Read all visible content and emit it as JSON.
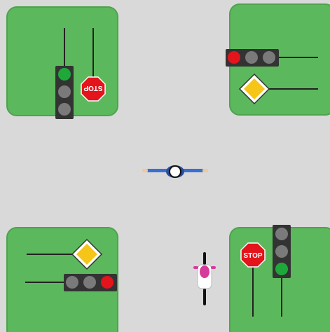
{
  "scene": {
    "colors": {
      "grass": "#5cb85c",
      "grass_edge": "#4ea34e",
      "road": "#d9d9d9",
      "light_housing": "#333333",
      "light_off": "#7a7a7a",
      "light_green": "#1fa83a",
      "light_red": "#e3141b",
      "stop_sign": "#e3141b",
      "priority_sign": "#f5c518",
      "pole": "#222222"
    },
    "signals": {
      "top_left": "green",
      "top_right": "red",
      "bottom_left": "red",
      "bottom_right": "green"
    },
    "signs": {
      "top_left_stop": "STOP",
      "bottom_right_stop": "STOP",
      "top_right": "priority-road-icon",
      "bottom_left": "priority-road-icon"
    },
    "road_users": {
      "pedestrian": "person-arms-outstretched-icon",
      "cyclist": "cyclist-icon"
    }
  }
}
